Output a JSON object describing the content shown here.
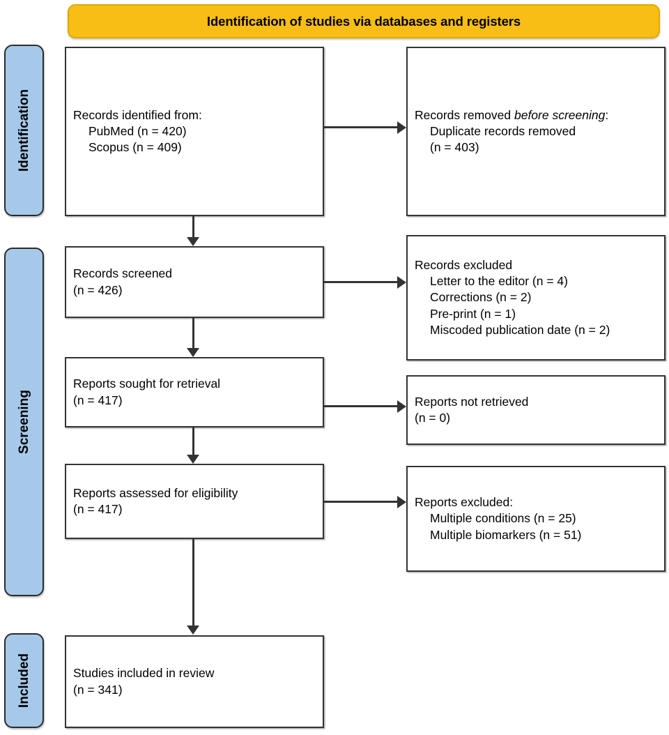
{
  "banner": {
    "title": "Identification of studies via databases and registers",
    "bg_color": "#F8BE15"
  },
  "stages": {
    "identification": "Identification",
    "screening": "Screening",
    "included": "Included",
    "bg_color": "#A6C9EA"
  },
  "boxes": {
    "identified": {
      "l1": "Records identified from:",
      "l2": "PubMed (n = 420)",
      "l3": "Scopus (n = 409)"
    },
    "removed": {
      "l1a": "Records removed ",
      "l1b": "before screening",
      "l1c": ":",
      "l2": "Duplicate records removed",
      "l3": "(n = 403)"
    },
    "screened": {
      "l1": "Records screened",
      "l2": "(n = 426)"
    },
    "records_excluded": {
      "l1": "Records excluded",
      "l2": "Letter to the editor (n = 4)",
      "l3": "Corrections (n = 2)",
      "l4": "Pre-print (n = 1)",
      "l5": "Miscoded publication date (n = 2)"
    },
    "sought": {
      "l1": "Reports sought for retrieval",
      "l2": "(n = 417)"
    },
    "not_retrieved": {
      "l1": "Reports not retrieved",
      "l2": "(n = 0)"
    },
    "assessed": {
      "l1": "Reports assessed for eligibility",
      "l2": "(n = 417)"
    },
    "reports_excluded": {
      "l1": "Reports excluded:",
      "l2": "Multiple conditions (n = 25)",
      "l3": "Multiple biomarkers (n = 51)"
    },
    "included": {
      "l1": "Studies included in review",
      "l2": "(n = 341)"
    }
  },
  "chart_data": {
    "type": "diagram",
    "title": "Identification of studies via databases and registers",
    "stages": [
      "Identification",
      "Screening",
      "Included"
    ],
    "nodes": [
      {
        "id": "identified",
        "stage": "Identification",
        "label": "Records identified from",
        "counts": [
          {
            "source": "PubMed",
            "n": 420
          },
          {
            "source": "Scopus",
            "n": 409
          }
        ]
      },
      {
        "id": "removed",
        "stage": "Identification",
        "label": "Records removed before screening",
        "counts": [
          {
            "source": "Duplicate records removed",
            "n": 403
          }
        ]
      },
      {
        "id": "screened",
        "stage": "Screening",
        "label": "Records screened",
        "n": 426
      },
      {
        "id": "records_excluded",
        "stage": "Screening",
        "label": "Records excluded",
        "counts": [
          {
            "source": "Letter to the editor",
            "n": 4
          },
          {
            "source": "Corrections",
            "n": 2
          },
          {
            "source": "Pre-print",
            "n": 1
          },
          {
            "source": "Miscoded publication date",
            "n": 2
          }
        ]
      },
      {
        "id": "sought",
        "stage": "Screening",
        "label": "Reports sought for retrieval",
        "n": 417
      },
      {
        "id": "not_retrieved",
        "stage": "Screening",
        "label": "Reports not retrieved",
        "n": 0
      },
      {
        "id": "assessed",
        "stage": "Screening",
        "label": "Reports assessed for eligibility",
        "n": 417
      },
      {
        "id": "reports_excluded",
        "stage": "Screening",
        "label": "Reports excluded",
        "counts": [
          {
            "source": "Multiple conditions",
            "n": 25
          },
          {
            "source": "Multiple biomarkers",
            "n": 51
          }
        ]
      },
      {
        "id": "included",
        "stage": "Included",
        "label": "Studies included in review",
        "n": 341
      }
    ],
    "edges": [
      {
        "from": "identified",
        "to": "removed",
        "direction": "right"
      },
      {
        "from": "identified",
        "to": "screened",
        "direction": "down"
      },
      {
        "from": "screened",
        "to": "records_excluded",
        "direction": "right"
      },
      {
        "from": "screened",
        "to": "sought",
        "direction": "down"
      },
      {
        "from": "sought",
        "to": "not_retrieved",
        "direction": "right"
      },
      {
        "from": "sought",
        "to": "assessed",
        "direction": "down"
      },
      {
        "from": "assessed",
        "to": "reports_excluded",
        "direction": "right"
      },
      {
        "from": "assessed",
        "to": "included",
        "direction": "down"
      }
    ]
  }
}
